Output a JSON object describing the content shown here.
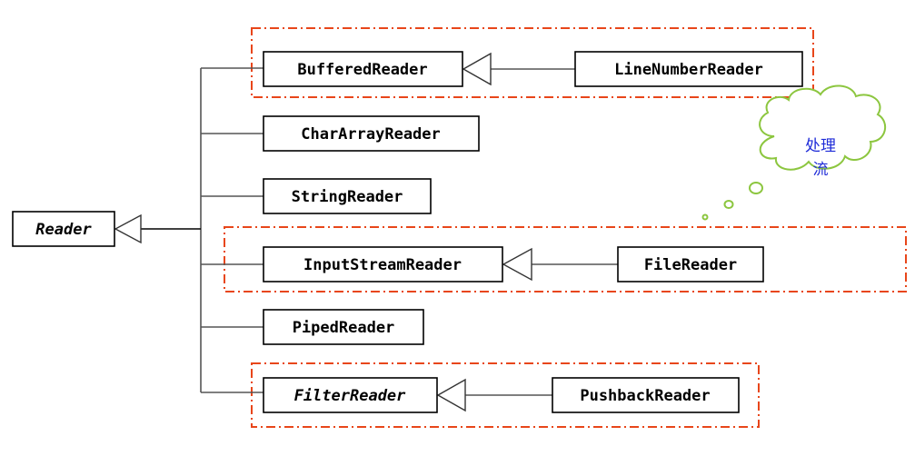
{
  "root": {
    "label": "Reader"
  },
  "children": [
    {
      "label": "BufferedReader",
      "subclass": "LineNumberReader"
    },
    {
      "label": "CharArrayReader"
    },
    {
      "label": "StringReader"
    },
    {
      "label": "InputStreamReader",
      "subclass": "FileReader"
    },
    {
      "label": "PipedReader"
    },
    {
      "label": "FilterReader",
      "subclass": "PushbackReader"
    }
  ],
  "callout": {
    "line1": "处理",
    "line2": "流"
  },
  "colors": {
    "highlight_frame": "#e8461a",
    "cloud_border": "#8cc63f",
    "cloud_text": "#1e2bd8"
  }
}
